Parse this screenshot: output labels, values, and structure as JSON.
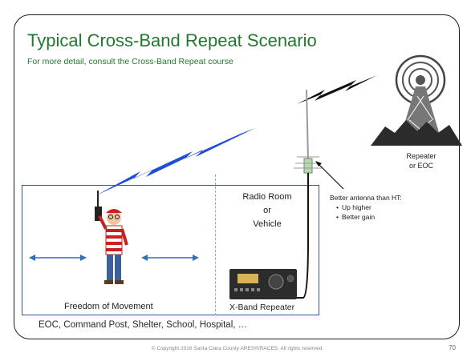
{
  "slide": {
    "title": "Typical Cross-Band Repeat Scenario",
    "subtitle": "For more detail, consult the Cross-Band Repeat course",
    "labels": {
      "freedom": "Freedom of Movement",
      "xband": "X-Band Repeater",
      "radio_room_1": "Radio Room",
      "radio_room_2": "or",
      "radio_room_3": "Vehicle",
      "repeater_1": "Repeater",
      "repeater_2": "or EOC",
      "antenna_title": "Better antenna than HT:",
      "antenna_point_1": "Up higher",
      "antenna_point_2": "Better gain"
    },
    "places": "EOC, Command Post, Shelter, School, Hospital, …",
    "copyright": "© Copyright 2016 Santa Clara County ARES®/RACES. All rights reserved.",
    "page_number": "70"
  },
  "colors": {
    "title_green": "#1f7a2e",
    "scene_border": "#2f5597",
    "beam_blue": "#1f4fd6",
    "beam_black": "#111111"
  },
  "icons": [
    "tower-icon",
    "antenna-icon",
    "person-icon",
    "radio-icon",
    "lightning-beam-icon",
    "arrow-icon"
  ]
}
